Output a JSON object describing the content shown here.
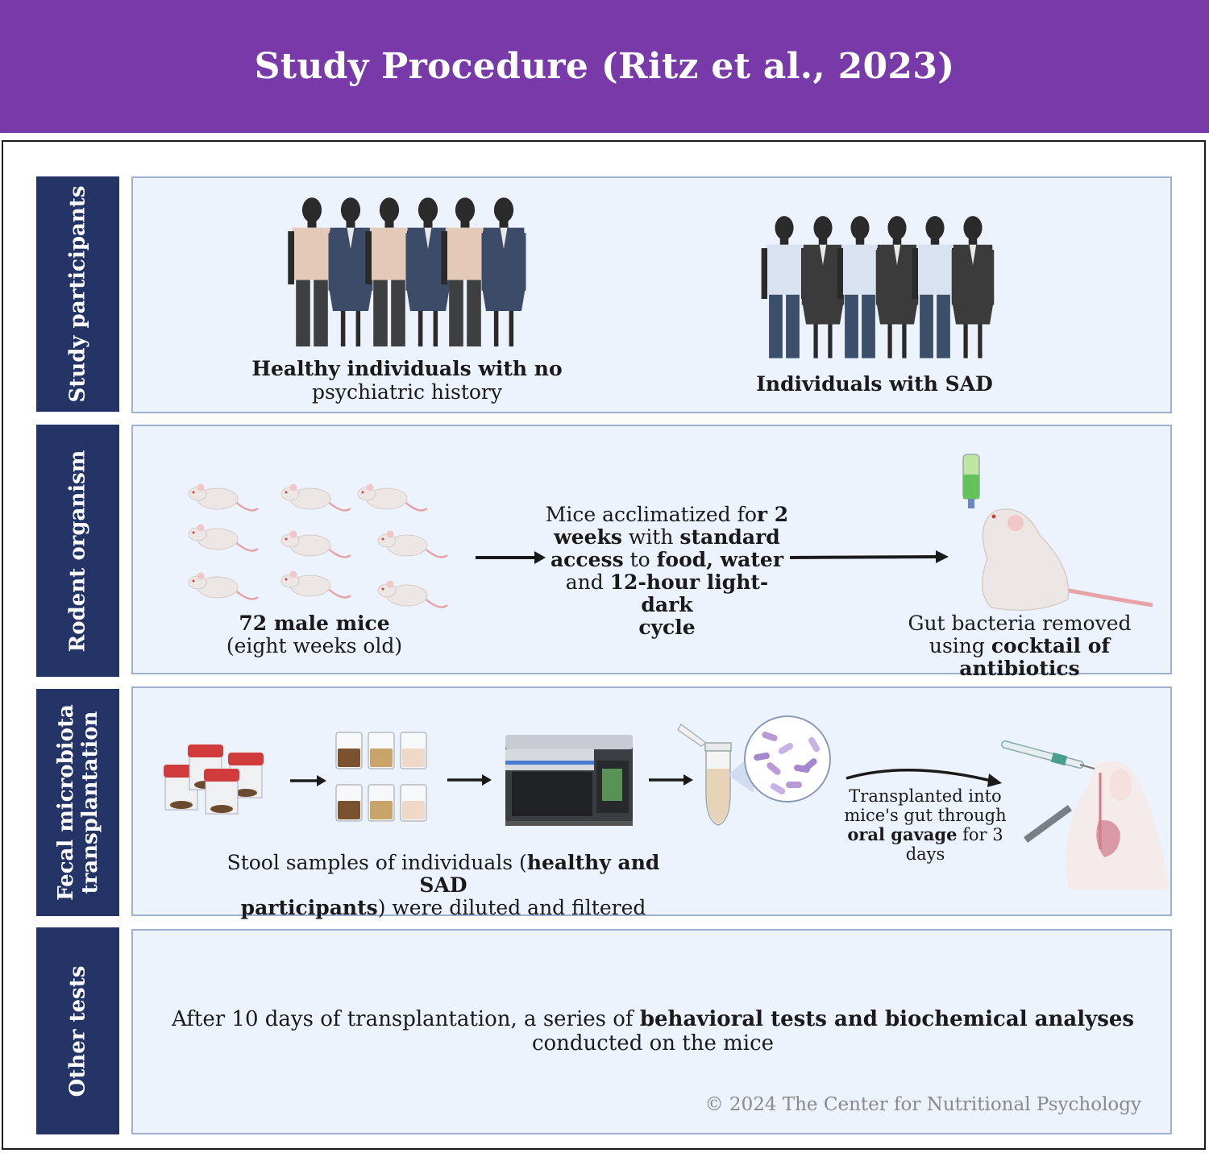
{
  "title": "Study Procedure (Ritz et al., 2023)",
  "sections": {
    "participants": {
      "label": "Study participants",
      "healthy_line1": "Healthy individuals with no",
      "healthy_line2": "psychiatric history",
      "sad_label": "Individuals with SAD"
    },
    "rodent": {
      "label": "Rodent organism",
      "mice_count": "72 male mice",
      "mice_age": "(eight weeks old)",
      "accl_t1": "Mice acclimatized fo",
      "accl_t2": "r 2",
      "accl_t3": "weeks",
      "accl_t4": " with ",
      "accl_t5": "standard",
      "accl_t6": "access",
      "accl_t7": " to ",
      "accl_t8": "food, water",
      "accl_t9": "and ",
      "accl_t10": "12-hour light-dark",
      "accl_t11": "cycle",
      "gut_line1": "Gut bacteria removed",
      "gut_line2a": "using ",
      "gut_line2b": "cocktail of antibiotics"
    },
    "fmt": {
      "label_line1": "Fecal microbiota",
      "label_line2": "transplantation",
      "stool_t1": "Stool samples of individuals (",
      "stool_t2": "healthy and SAD",
      "stool_t3": "participants",
      "stool_t4": ") were diluted and filtered",
      "trans_t1": "Transplanted into",
      "trans_t2": "mice's gut through",
      "trans_t3": "oral gavage",
      "trans_t4": " for 3",
      "trans_t5": "days"
    },
    "other": {
      "label": "Other tests",
      "line1a": "After 10 days of transplantation, a series of ",
      "line1b": "behavioral tests and biochemical analyses",
      "line2": "conducted on the mice"
    }
  },
  "copyright": "© 2024 The Center for Nutritional Psychology",
  "colors": {
    "header": "#773aa8",
    "label_bg": "#253467",
    "panel_bg": "#edf3fc",
    "panel_border": "#9fb1d1"
  },
  "icons": [
    "person-icon",
    "mouse-icon",
    "stool-jar-icon",
    "beaker-icon",
    "lab-instrument-icon",
    "test-tube-icon",
    "bacteria-icon",
    "syringe-icon",
    "arrow-icon"
  ]
}
